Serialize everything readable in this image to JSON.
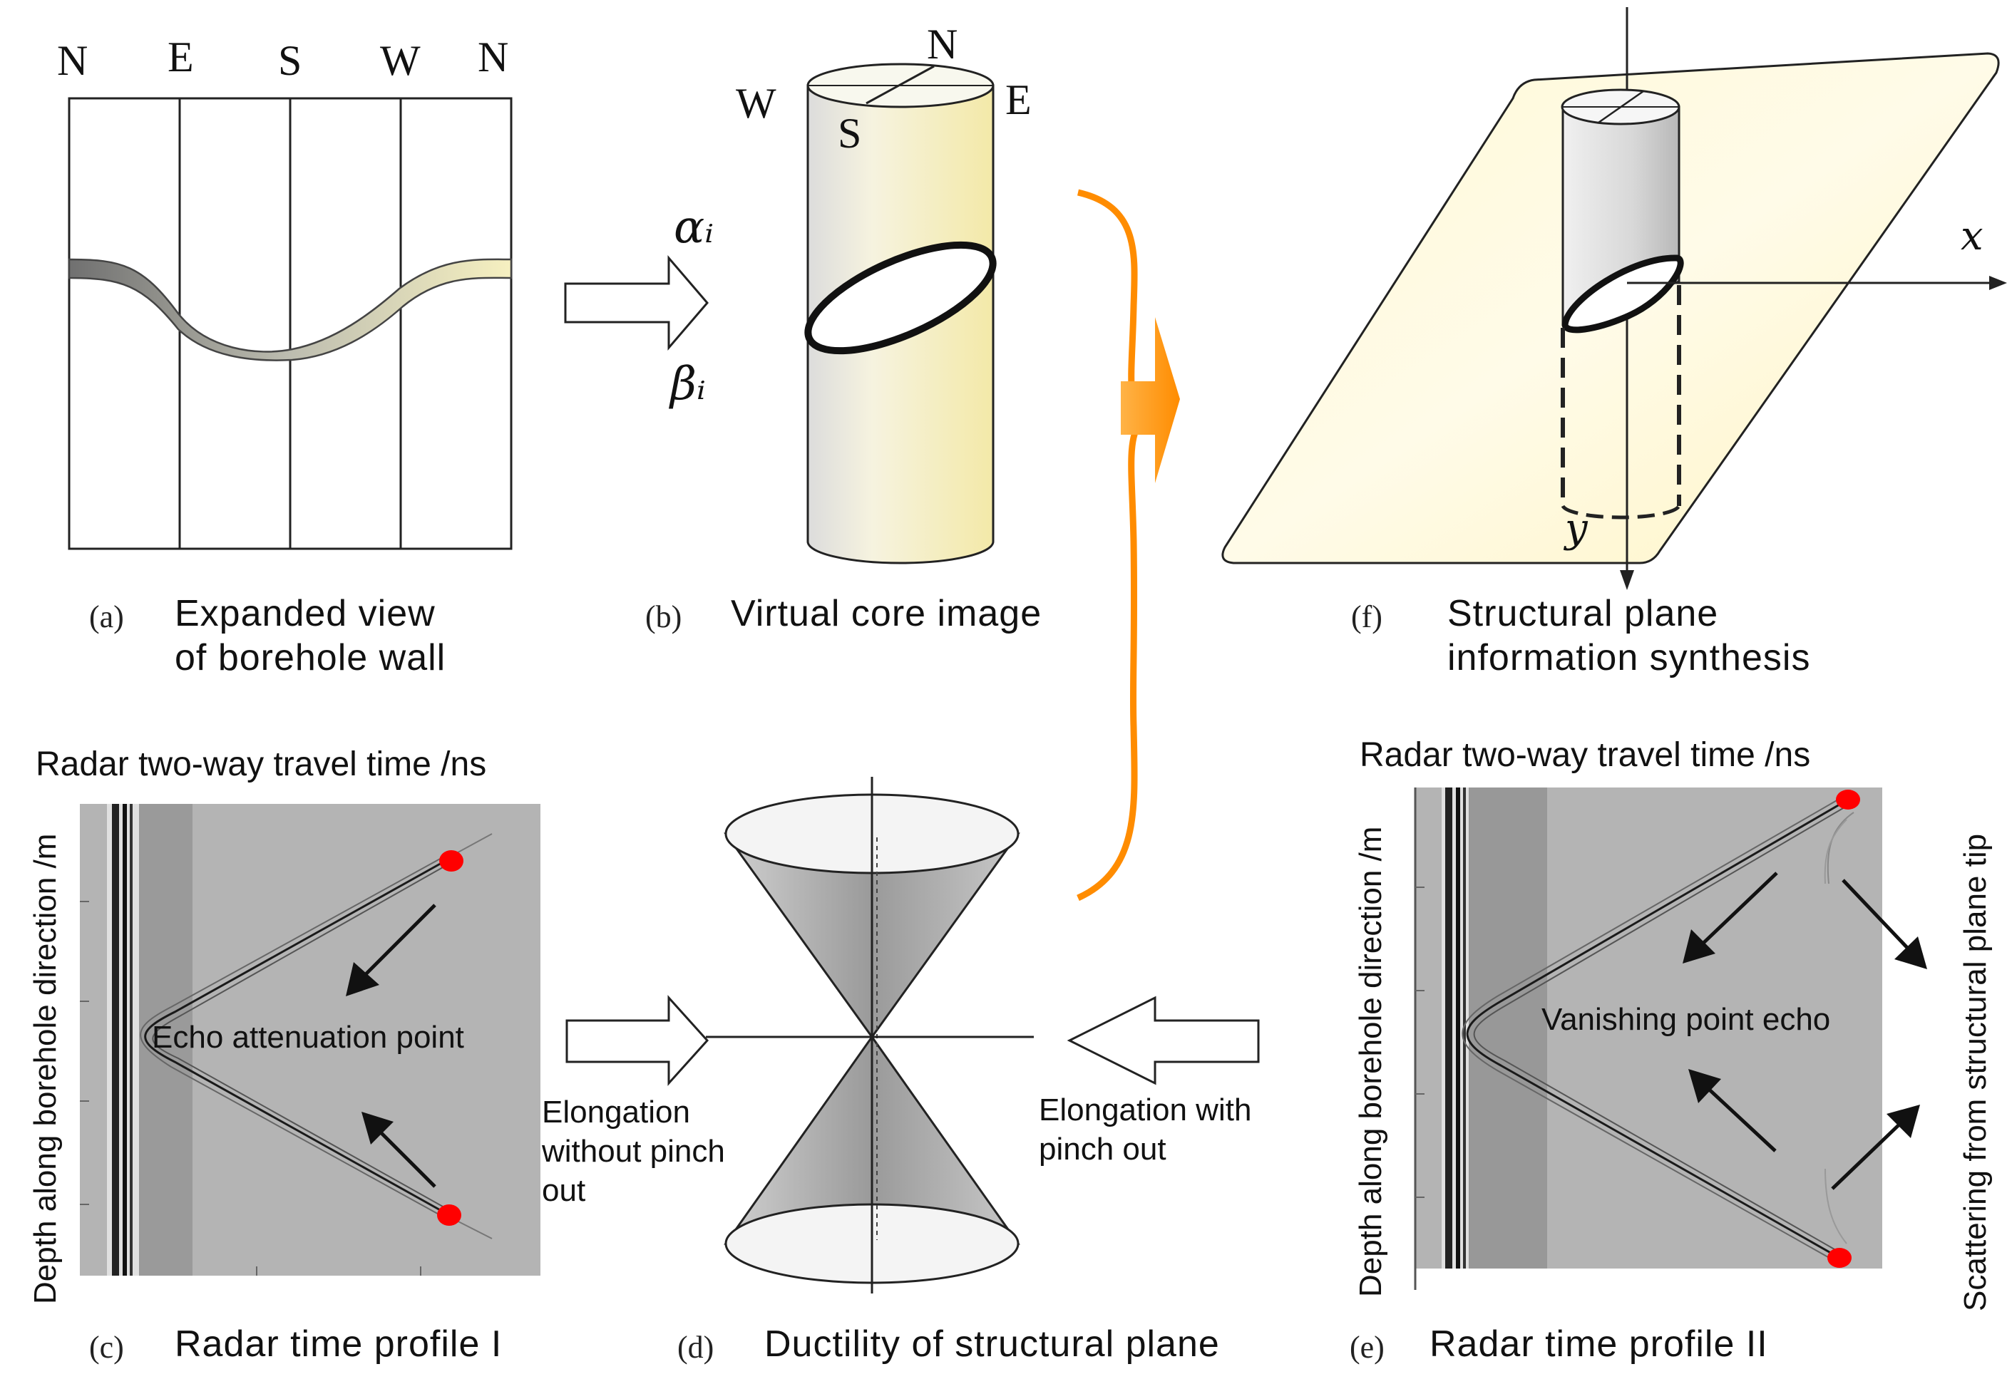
{
  "panel_a": {
    "letter": "(a)",
    "caption_line1": "Expanded view",
    "caption_line2": "of borehole wall",
    "directions": [
      "N",
      "E",
      "S",
      "W",
      "N"
    ]
  },
  "panel_b": {
    "letter": "(b)",
    "caption": "Virtual core image",
    "compass": {
      "n": "N",
      "s": "S",
      "w": "W",
      "e": "E"
    },
    "alpha": "αᵢ",
    "beta": "βᵢ"
  },
  "panel_f": {
    "letter": "(f)",
    "caption_line1": "Structural plane",
    "caption_line2": "information synthesis",
    "axis_x": "x",
    "axis_y": "y"
  },
  "panel_c": {
    "letter": "(c)",
    "caption": "Radar time profile I",
    "x_title": "Radar two-way travel time /ns",
    "y_title": "Depth along borehole direction /m",
    "annotation": "Echo attenuation point"
  },
  "panel_d": {
    "letter": "(d)",
    "caption": "Ductility of structural plane",
    "left_label_l1": "Elongation",
    "left_label_l2": "without pinch",
    "left_label_l3": "out",
    "right_label_l1": "Elongation with",
    "right_label_l2": "pinch out"
  },
  "panel_e": {
    "letter": "(e)",
    "caption": "Radar time profile II",
    "x_title": "Radar two-way travel time /ns",
    "y_title": "Depth along borehole direction /m",
    "annotation": "Vanishing point echo",
    "right_label": "Scattering from structural plane tip"
  },
  "colors": {
    "orange": "#FF8C00",
    "radar_bg": "#B4B4B4",
    "red_point": "#FF0000",
    "plane_fill": "#FFF7D0"
  }
}
